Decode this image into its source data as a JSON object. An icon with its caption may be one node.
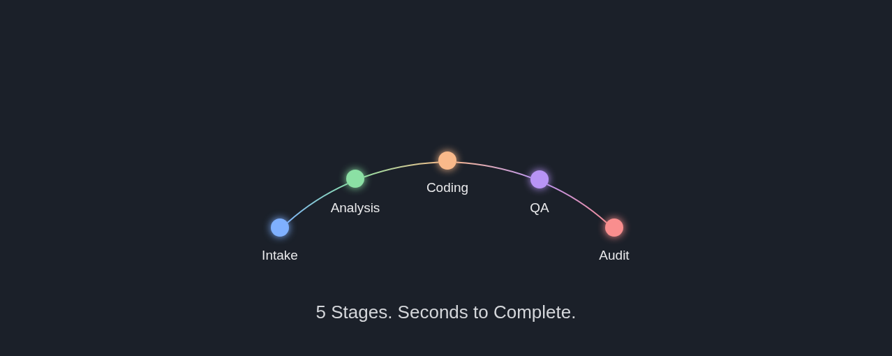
{
  "diagram": {
    "nodes": [
      {
        "text": [
          "Intake"
        ]
      },
      {
        "text": [
          "Analysis"
        ]
      },
      {
        "text": [
          "Coding"
        ]
      },
      {
        "text": [
          "QA"
        ]
      },
      {
        "text": [
          "Audit"
        ]
      }
    ],
    "edges": [
      {
        "from": 0,
        "to": 1,
        "arrow": "none"
      },
      {
        "from": 1,
        "to": 2,
        "arrow": "none"
      },
      {
        "from": 2,
        "to": 3,
        "arrow": "none"
      },
      {
        "from": 3,
        "to": 4,
        "arrow": "none"
      }
    ],
    "labels": [
      "5 Stages. Seconds to Complete."
    ]
  }
}
